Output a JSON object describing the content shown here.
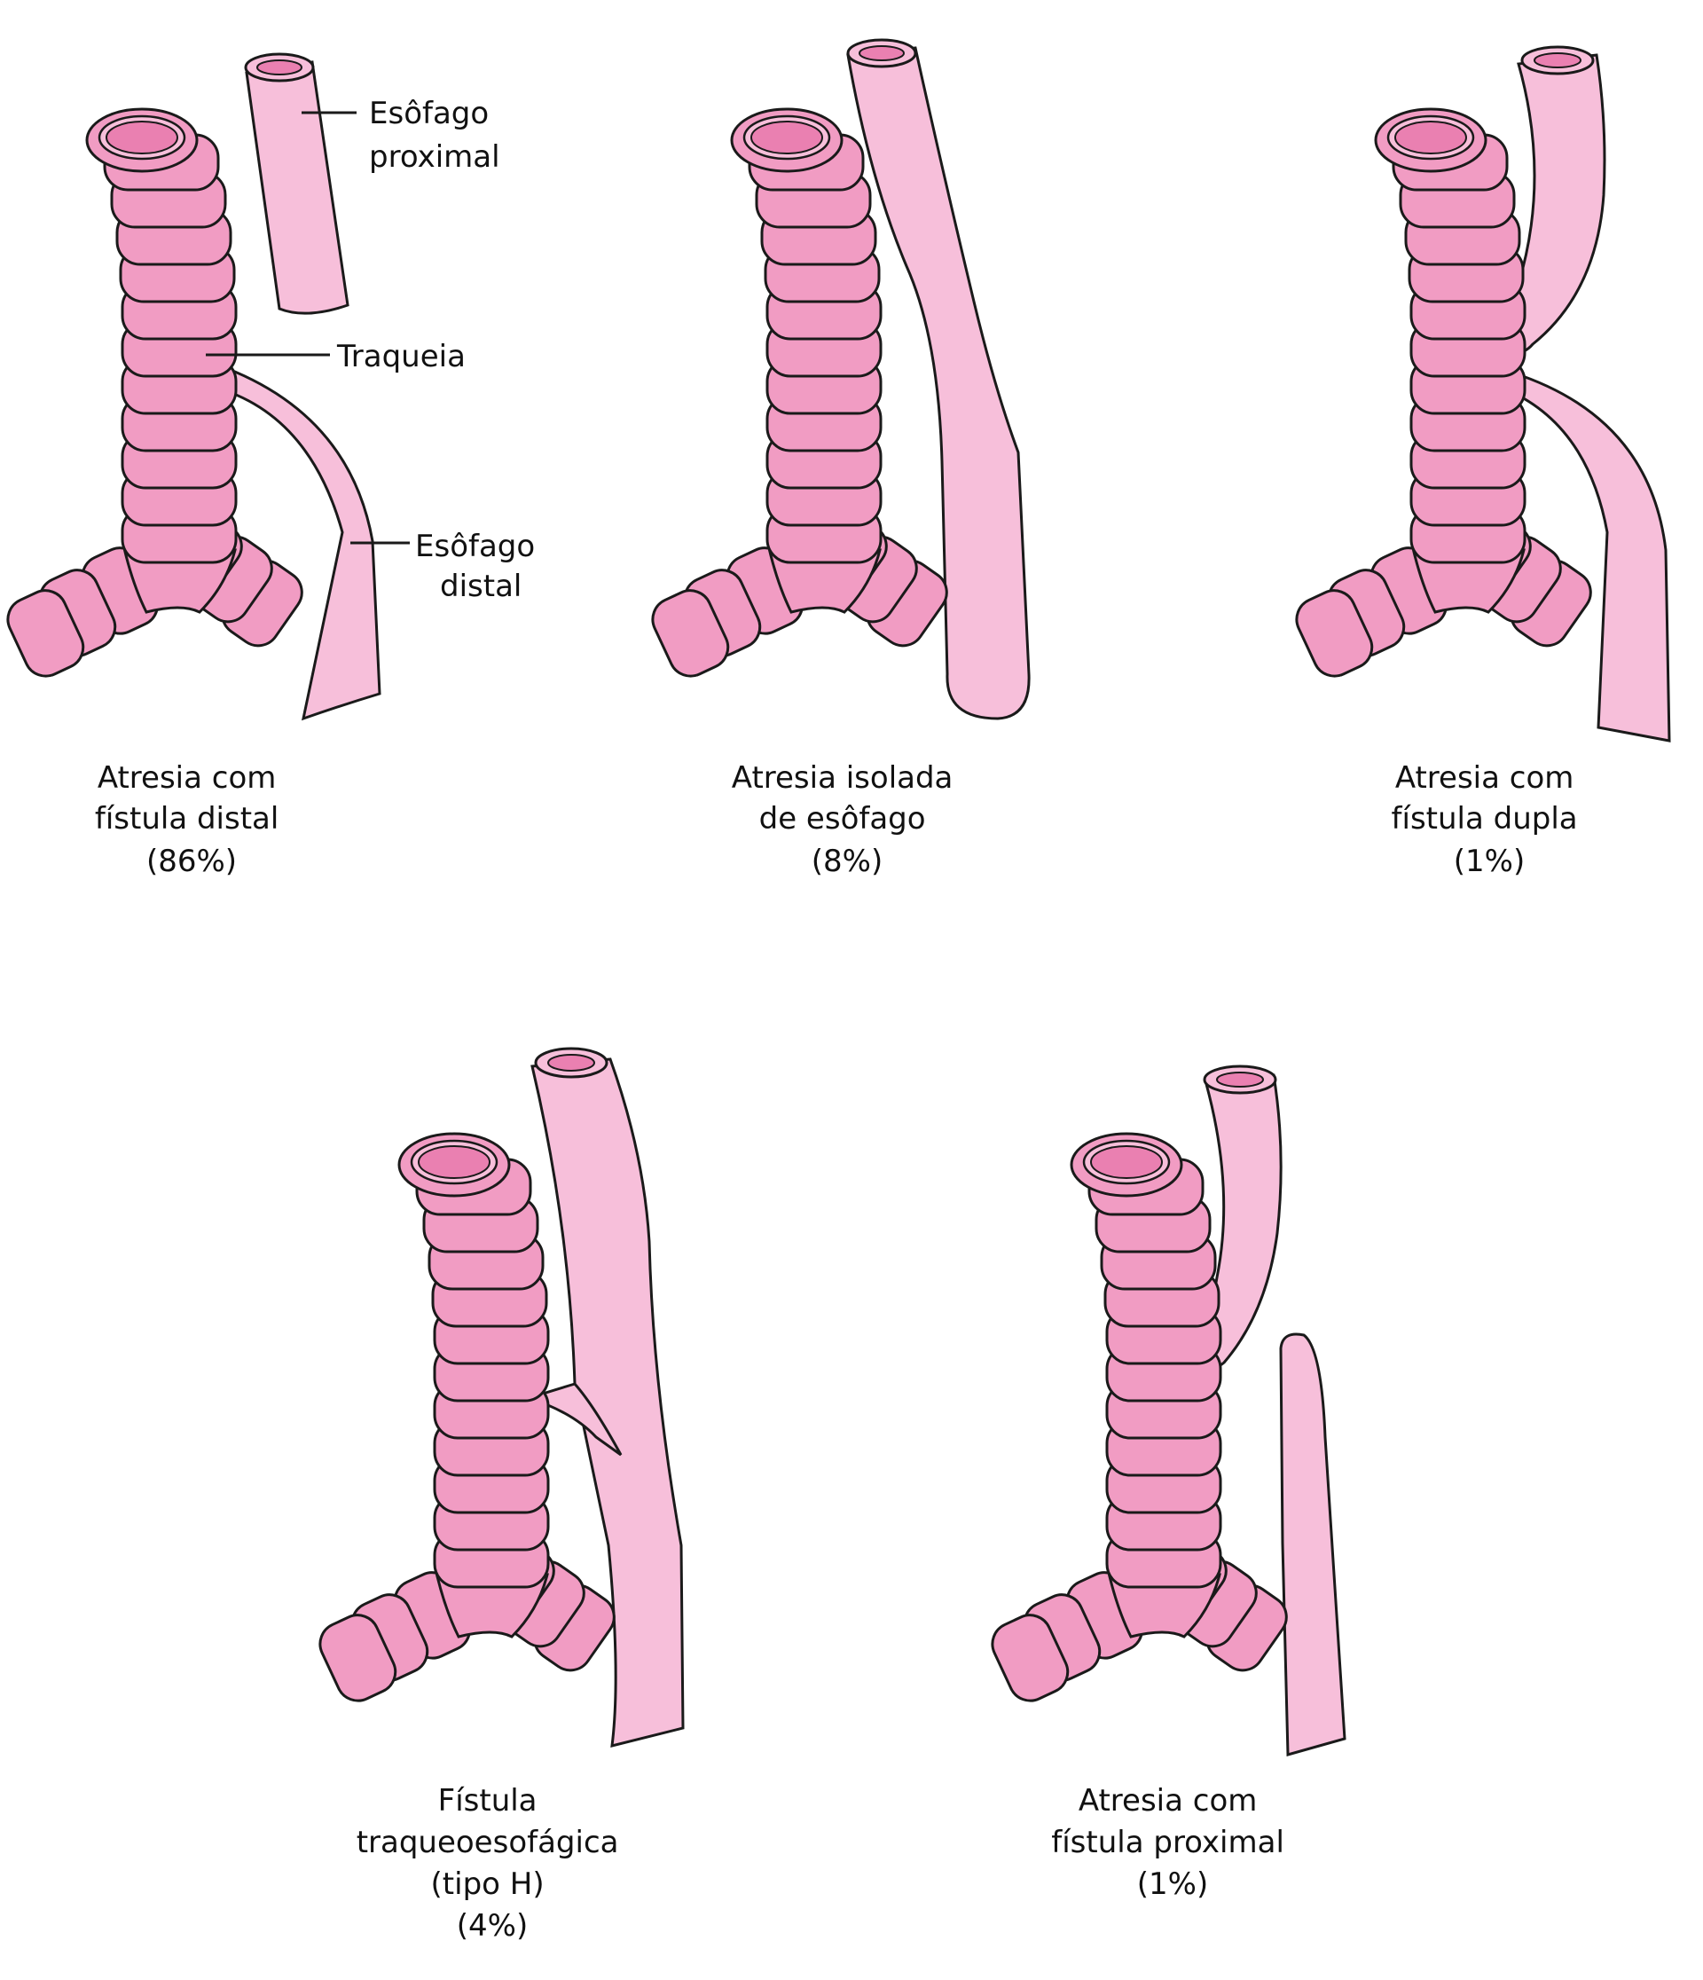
{
  "colors": {
    "trachea_fill": "#f19cc3",
    "trachea_lumen": "#ea80b1",
    "esophagus_fill": "#f7bfda",
    "outline": "#1a1a1a"
  },
  "labels": {
    "proximal_esophagus": [
      "Esôfago",
      "proximal"
    ],
    "trachea": "Traqueia",
    "distal_esophagus": [
      "Esôfago",
      "distal"
    ]
  },
  "panels": [
    {
      "caption": [
        "Atresia com",
        "fístula distal",
        "(86%)"
      ]
    },
    {
      "caption": [
        "Atresia isolada",
        "de esôfago",
        "(8%)"
      ]
    },
    {
      "caption": [
        "Atresia com",
        "fístula dupla",
        "(1%)"
      ]
    },
    {
      "caption": [
        "Fístula",
        "traqueoesofágica",
        "(tipo H)",
        "(4%)"
      ]
    },
    {
      "caption": [
        "Atresia com",
        "fístula proximal",
        "(1%)"
      ]
    }
  ]
}
